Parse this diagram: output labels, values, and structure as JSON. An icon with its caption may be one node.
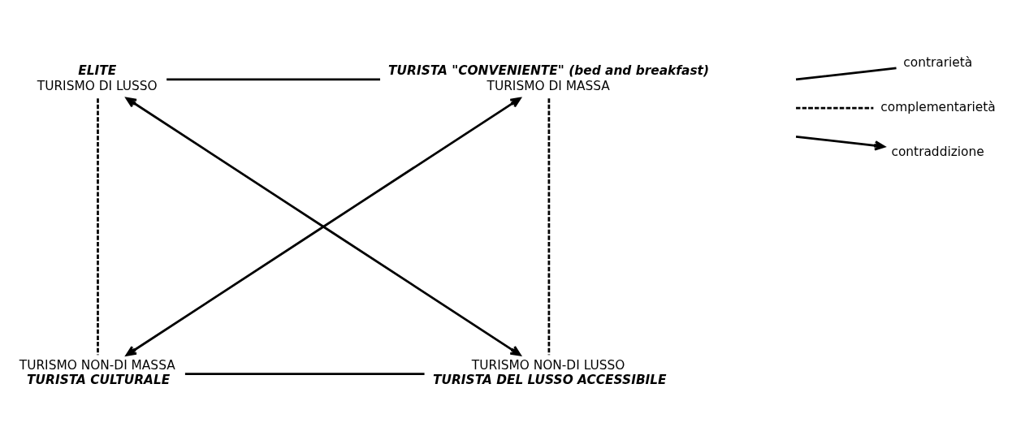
{
  "diagram": {
    "nodes": [
      {
        "text": [
          "TURISMO DI LUSSO"
        ],
        "beside": [
          "ELITE"
        ]
      },
      {
        "text": [
          "TURISMO DI MASSA"
        ],
        "beside": [
          "TURISTA \"CONVENIENTE\" (bed and breakfast)"
        ]
      },
      {
        "text": [
          "TURISMO NON-DI MASSA"
        ],
        "beside": [
          "TURISTA CULTURALE"
        ]
      },
      {
        "text": [
          "TURISMO NON-DI LUSSO"
        ],
        "beside": [
          "TURISTA DEL LUSSO ACCESSIBILE"
        ]
      }
    ],
    "edges": [
      {
        "from": 0,
        "to": 1,
        "arrow": "none"
      },
      {
        "from": 0,
        "to": 2,
        "arrow": "none",
        "style": "dashed"
      },
      {
        "from": 1,
        "to": 3,
        "arrow": "none",
        "style": "dashed"
      },
      {
        "from": 2,
        "to": 3,
        "arrow": "none"
      },
      {
        "from": 0,
        "to": 3,
        "arrow": "both"
      },
      {
        "from": 2,
        "to": 1,
        "arrow": "both"
      }
    ],
    "legend": [
      {
        "text": "contrarietà"
      },
      {
        "text": "complementarietà"
      },
      {
        "text": "contraddizione"
      }
    ]
  }
}
